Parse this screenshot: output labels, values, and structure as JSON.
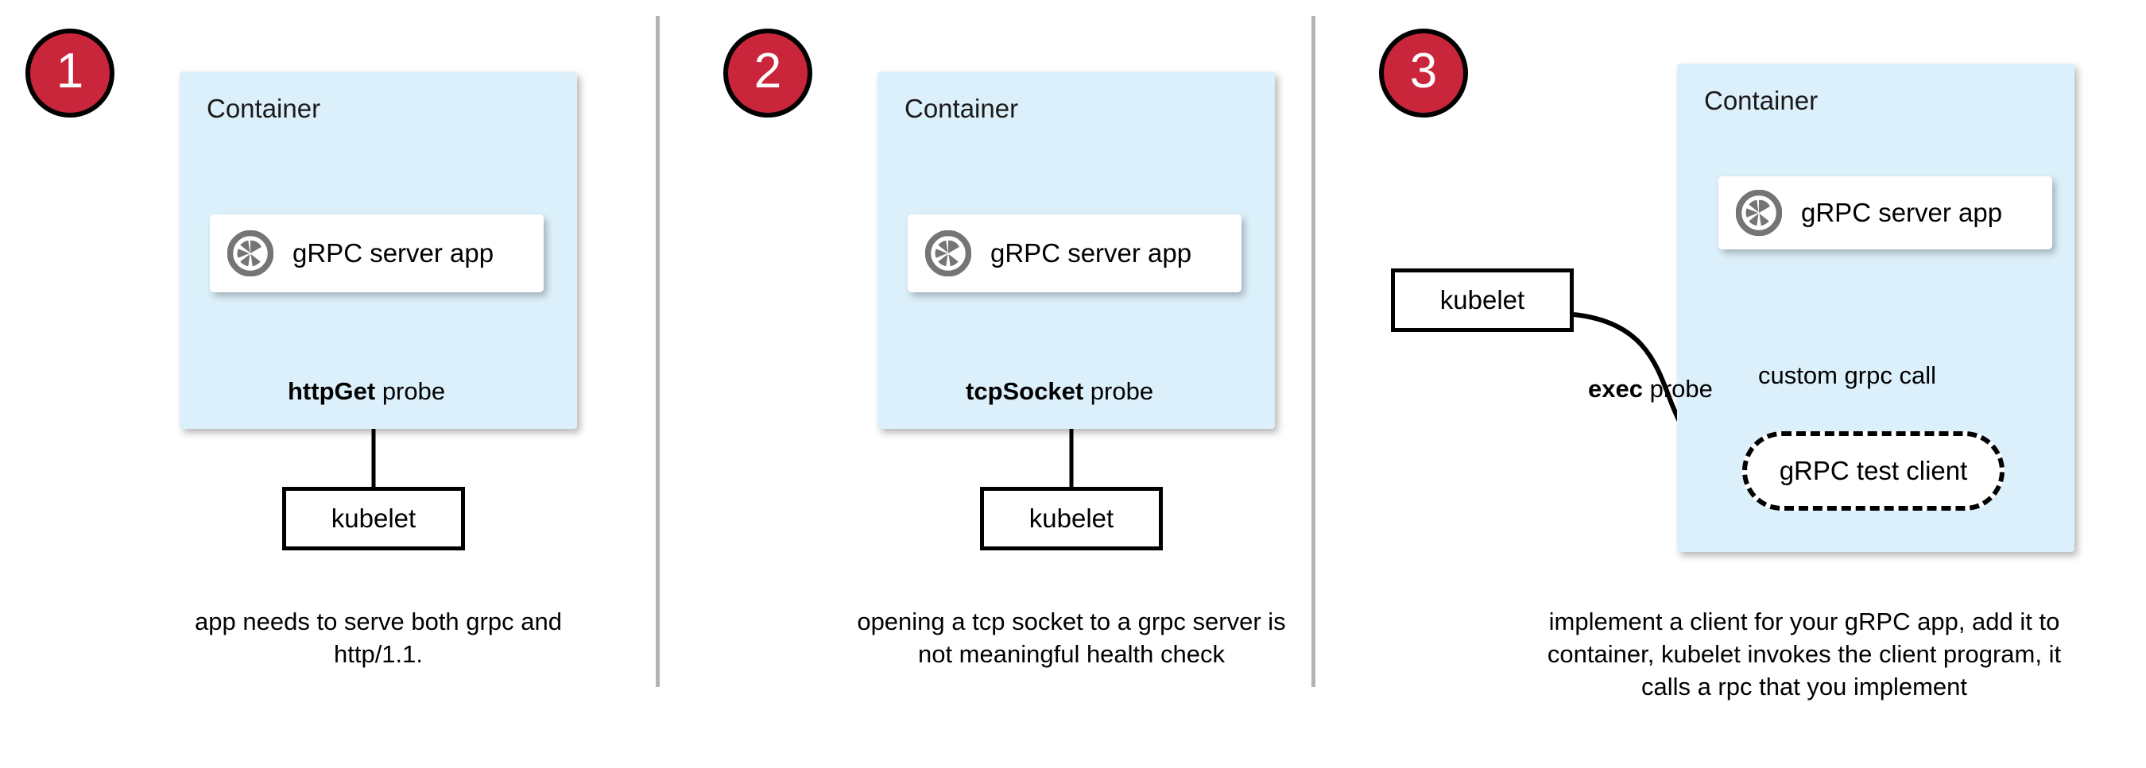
{
  "meta": {
    "title": "gRPC health probing options for Kubernetes",
    "colors": {
      "badge_fill": "#c9263c",
      "badge_border": "#000000",
      "badge_text": "#ffffff",
      "container_fill": "#dcf0fb",
      "card_fill": "#ffffff",
      "stroke": "#000000",
      "divider": "#b3b3b3",
      "icon_gray": "#757575"
    }
  },
  "panels": [
    {
      "badge": "1",
      "container_label": "Container",
      "app_card": {
        "icon": "grpc-logo-icon",
        "label": "gRPC server app"
      },
      "probe_label_bold": "httpGet",
      "probe_label_rest": " probe",
      "kubelet_label": "kubelet",
      "caption": "app needs to serve both grpc and http/1.1."
    },
    {
      "badge": "2",
      "container_label": "Container",
      "app_card": {
        "icon": "grpc-logo-icon",
        "label": "gRPC server app"
      },
      "probe_label_bold": "tcpSocket",
      "probe_label_rest": " probe",
      "kubelet_label": "kubelet",
      "caption": "opening a tcp socket to a grpc server is not meaningful health check"
    },
    {
      "badge": "3",
      "container_label": "Container",
      "app_card": {
        "icon": "grpc-logo-icon",
        "label": "gRPC server app"
      },
      "probe_label_bold": "exec",
      "probe_label_rest": " probe",
      "call_label": "custom grpc call",
      "test_client_label": "gRPC test client",
      "kubelet_label": "kubelet",
      "caption": "implement a client for your gRPC app, add it to container, kubelet invokes the client program, it calls a rpc that you implement"
    }
  ]
}
